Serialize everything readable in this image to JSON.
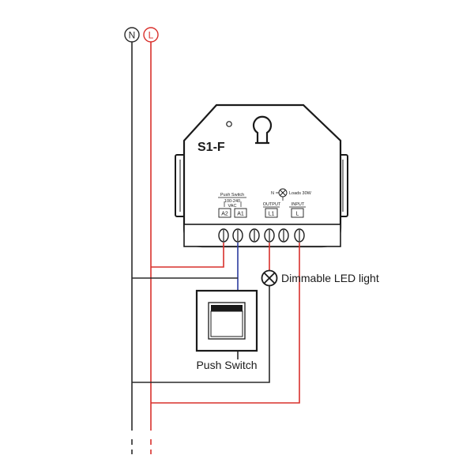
{
  "supply": {
    "neutral_label": "N",
    "live_label": "L"
  },
  "controller": {
    "model": "S1-F",
    "push_switch_caption": "Push Switch",
    "voltage_caption_line1": "100-240",
    "voltage_caption_line2": "VAC",
    "output_caption": "OUTPUT",
    "input_caption": "INPUT",
    "load_n_label": "N",
    "load_caption": "Loads 30W",
    "terminals": [
      "A2",
      "A1",
      "L1",
      "L"
    ]
  },
  "components": {
    "lamp_label": "Dimmable LED light",
    "switch_label": "Push Switch"
  },
  "colors": {
    "neutral_wire": "#2a2a2a",
    "live_wire": "#d9302c",
    "switch_wire": "#2b3a9e"
  }
}
